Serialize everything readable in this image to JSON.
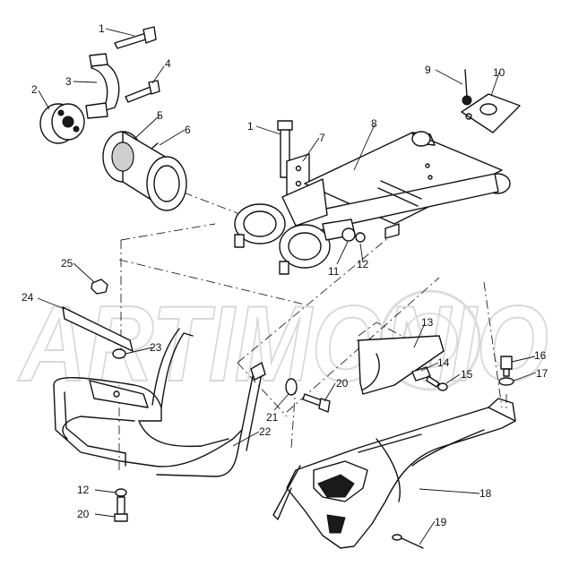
{
  "watermark": "ARTIMONIO",
  "callouts": [
    {
      "id": "c1a",
      "label": "1"
    },
    {
      "id": "c2",
      "label": "2"
    },
    {
      "id": "c3",
      "label": "3"
    },
    {
      "id": "c4",
      "label": "4"
    },
    {
      "id": "c5",
      "label": "5"
    },
    {
      "id": "c6",
      "label": "6"
    },
    {
      "id": "c1b",
      "label": "1"
    },
    {
      "id": "c7",
      "label": "7"
    },
    {
      "id": "c8",
      "label": "8"
    },
    {
      "id": "c9",
      "label": "9"
    },
    {
      "id": "c10",
      "label": "10"
    },
    {
      "id": "c11",
      "label": "11"
    },
    {
      "id": "c12a",
      "label": "12"
    },
    {
      "id": "c13",
      "label": "13"
    },
    {
      "id": "c14",
      "label": "14"
    },
    {
      "id": "c15",
      "label": "15"
    },
    {
      "id": "c16",
      "label": "16"
    },
    {
      "id": "c17",
      "label": "17"
    },
    {
      "id": "c18",
      "label": "18"
    },
    {
      "id": "c19",
      "label": "19"
    },
    {
      "id": "c20a",
      "label": "20"
    },
    {
      "id": "c21",
      "label": "21"
    },
    {
      "id": "c22",
      "label": "22"
    },
    {
      "id": "c23",
      "label": "23"
    },
    {
      "id": "c24",
      "label": "24"
    },
    {
      "id": "c25",
      "label": "25"
    },
    {
      "id": "c12b",
      "label": "12"
    },
    {
      "id": "c20b",
      "label": "20"
    }
  ]
}
